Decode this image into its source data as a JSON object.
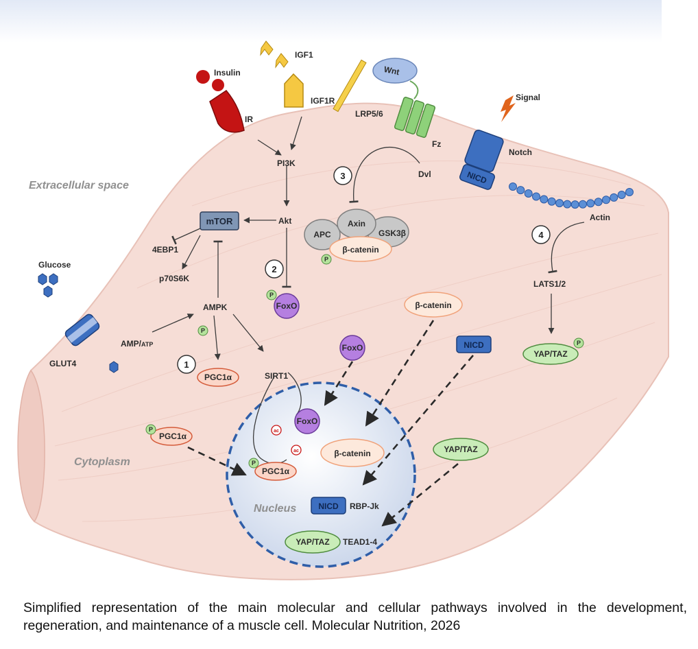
{
  "regions": {
    "extracellular": "Extracellular space",
    "cytoplasm": "Cytoplasm",
    "nucleus": "Nucleus"
  },
  "receptors": {
    "insulin": "Insulin",
    "ir": "IR",
    "igf1": "IGF1",
    "igf1r": "IGF1R",
    "wnt": "Wnt",
    "lrp": "LRP5/6",
    "fz": "Fz",
    "signal": "Signal",
    "notch": "Notch",
    "nicd": "NICD",
    "glucose": "Glucose",
    "glut4": "GLUT4"
  },
  "nodes": {
    "pi3k": "PI3K",
    "akt": "Akt",
    "mtor": "mTOR",
    "ebp1": "4EBP1",
    "p70": "p70S6K",
    "ampk": "AMPK",
    "amp": "AMP/",
    "atp": "ATP",
    "pgc1a": "PGC1α",
    "sirt1": "SIRT1",
    "foxo": "FoxO",
    "dvl": "Dvl",
    "apc": "APC",
    "axin": "Axin",
    "gsk3b": "GSK3β",
    "bcat": "β-catenin",
    "actin": "Actin",
    "lats": "LATS1/2",
    "yaptaz": "YAP/TAZ",
    "rbpjk": "RBP-Jk",
    "tead": "TEAD1-4",
    "p": "P",
    "ac": "ac"
  },
  "steps": [
    "1",
    "2",
    "3",
    "4"
  ],
  "caption": "Simplified representation of the main molecular and cellular pathways involved in the development, regeneration, and maintenance of a muscle cell. Molecular Nutrition, 2026",
  "colors": {
    "cell": "#f6d9d2",
    "nucleus": "#d6e0f0",
    "blue_protein": "#3a6db5",
    "yellow": "#f5c842",
    "red": "#c81414",
    "green": "#8ed17a",
    "purple": "#b57fe0",
    "orange_fill": "#fde9dc",
    "orange_stroke": "#f0a27a",
    "gray_node": "#c8c8c8"
  }
}
